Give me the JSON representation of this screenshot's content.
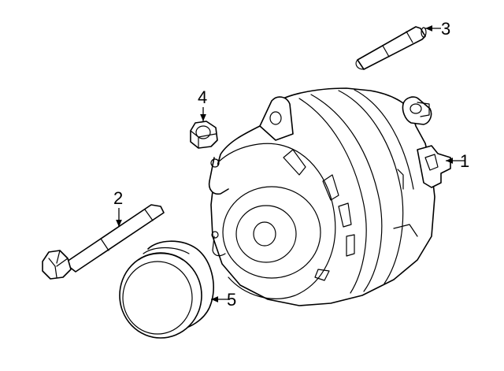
{
  "diagram": {
    "callouts": [
      {
        "label": "1",
        "part": "alternator"
      },
      {
        "label": "2",
        "part": "long-bolt"
      },
      {
        "label": "3",
        "part": "stud-bolt"
      },
      {
        "label": "4",
        "part": "nut"
      },
      {
        "label": "5",
        "part": "pulley"
      }
    ]
  }
}
